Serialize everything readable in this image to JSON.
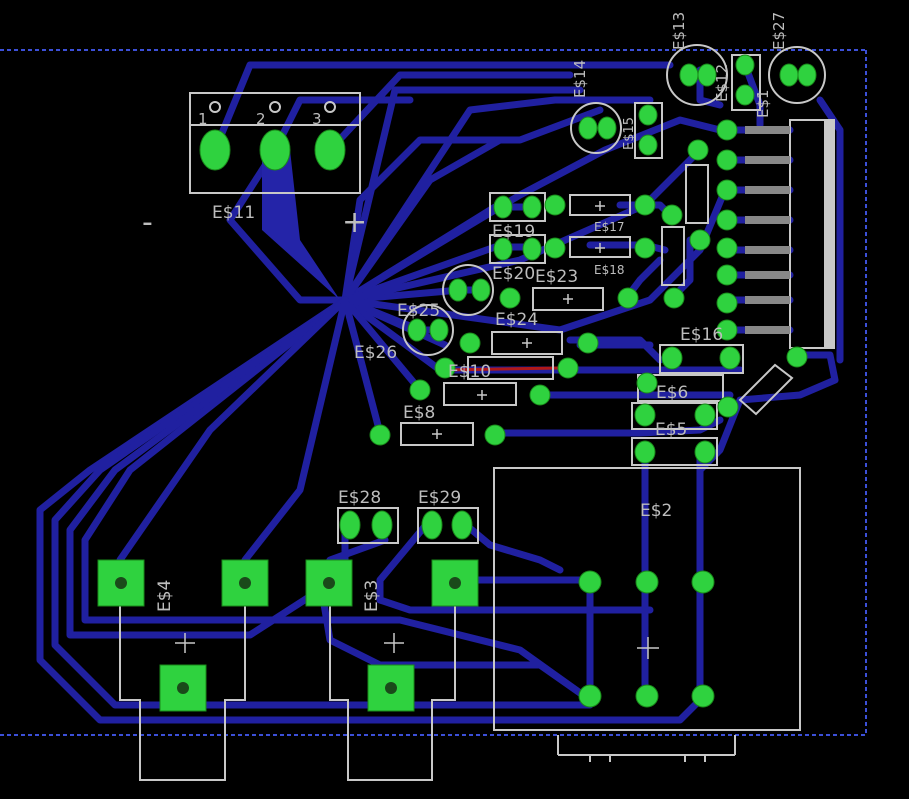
{
  "board": {
    "background": "#000000",
    "trace_color": "#2424a8",
    "pad_color": "#22c33a",
    "silk_color": "#c8c8c8",
    "outline_color": "#3c50d8",
    "mark_color": "#b01818"
  },
  "terminal": {
    "pin_labels": [
      "1",
      "2",
      "3"
    ],
    "name": "E$11",
    "minus": "-",
    "plus": "+"
  },
  "components": [
    {
      "id": "c13",
      "text": "E$13"
    },
    {
      "id": "c27",
      "text": "E$27"
    },
    {
      "id": "c14",
      "text": "E$14"
    },
    {
      "id": "c12",
      "text": "E$12"
    },
    {
      "id": "c15",
      "text": "E$15"
    },
    {
      "id": "c1",
      "text": "E$1"
    },
    {
      "id": "c17",
      "text": "E$17"
    },
    {
      "id": "c18",
      "text": "E$18"
    },
    {
      "id": "c19",
      "text": "E$19"
    },
    {
      "id": "c20",
      "text": "E$20"
    },
    {
      "id": "c23",
      "text": "E$23"
    },
    {
      "id": "c25",
      "text": "E$25"
    },
    {
      "id": "c24",
      "text": "E$24"
    },
    {
      "id": "c26",
      "text": "E$26"
    },
    {
      "id": "c10",
      "text": "E$10"
    },
    {
      "id": "c16",
      "text": "E$16"
    },
    {
      "id": "c6",
      "text": "E$6"
    },
    {
      "id": "c8",
      "text": "E$8"
    },
    {
      "id": "c5",
      "text": "E$5"
    },
    {
      "id": "c2",
      "text": "E$2"
    },
    {
      "id": "c28",
      "text": "E$28"
    },
    {
      "id": "c29",
      "text": "E$29"
    },
    {
      "id": "c4",
      "text": "E$4"
    },
    {
      "id": "c3",
      "text": "E$3"
    }
  ]
}
